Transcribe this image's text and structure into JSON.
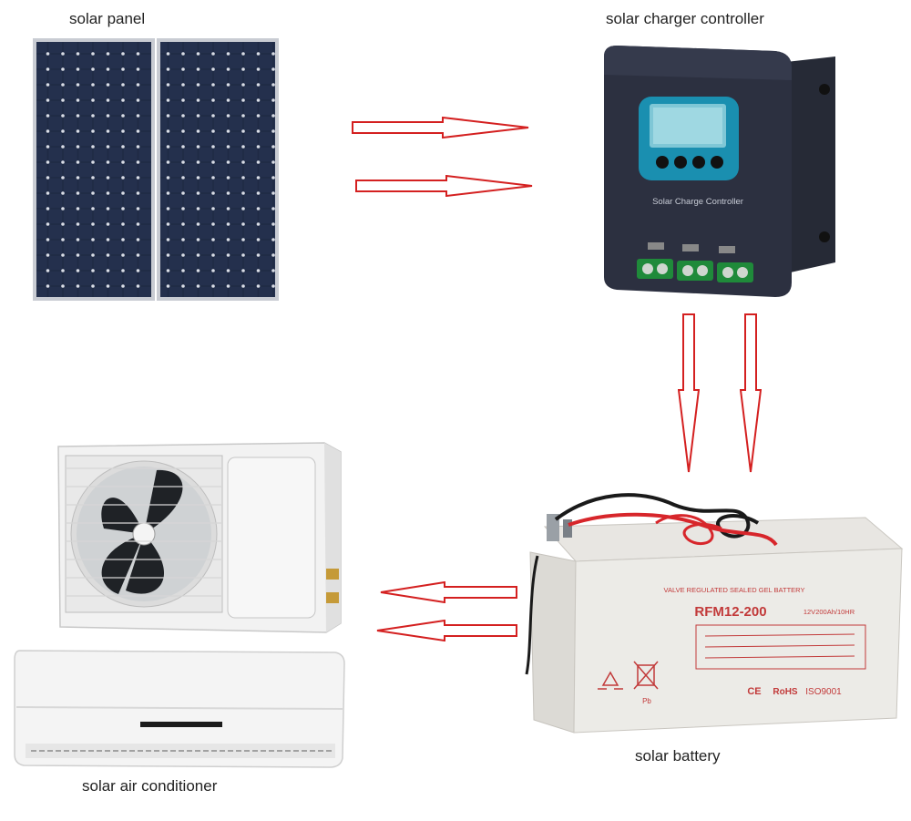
{
  "labels": {
    "solar_panel": "solar panel",
    "charge_controller": "solar charger controller",
    "battery": "solar battery",
    "air_conditioner": "solar air conditioner"
  },
  "controller": {
    "face_text": "Solar Charge Controller"
  },
  "battery": {
    "top_text": "VALVE REGULATED SEALED GEL BATTERY",
    "model": "RFM12-200",
    "rating": "12V200Ah/10HR",
    "cert_ce": "CE",
    "cert_rohs": "RoHS",
    "cert_iso": "ISO9001",
    "pb_label": "Pb"
  },
  "colors": {
    "arrow": "#d42020",
    "panel_cell": "#1f2a44",
    "controller_body": "#2c3040",
    "lcd": "#2fa6c8"
  }
}
